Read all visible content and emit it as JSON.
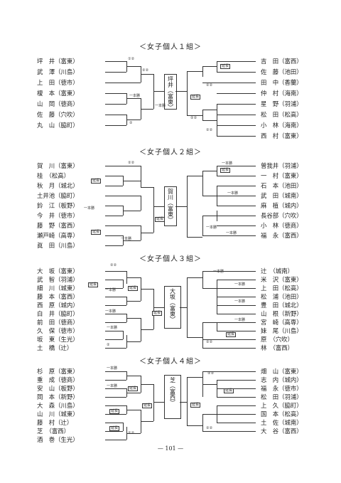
{
  "sections": [
    {
      "title": "＜女子個人１組＞",
      "winner": "坪井（富東）",
      "left": [
        "坪　井（富東）",
        "武　澤（川島）",
        "上　田（徳市）",
        "榎　本（富東）",
        "山　岡（徳商）",
        "佐　藤（穴吹）",
        "丸　山（脇町）"
      ],
      "right": [
        "吉　田（富西）",
        "佐　藤（池田）",
        "田　中（香蘭）",
        "仲　村（海南）",
        "星　野（羽浦）",
        "松　田（松高）",
        "小　林（海南）",
        "西　村（富東）"
      ]
    },
    {
      "title": "＜女子個人２組＞",
      "winner": "賀川（富東）",
      "left": [
        "賀　川（富東）",
        "桂　（松高）",
        "秋　月（城北）",
        "土井池（脇町）",
        "鈴　江（板野）",
        "今　井（徳市）",
        "藤　野（富西）",
        "瀬戸崎（高専）",
        "眞　田（川島）"
      ],
      "right": [
        "曽我井（羽浦）",
        "一　村（富東）",
        "石　本（池田）",
        "武　田（城南）",
        "麻　植（城内）",
        "長谷部（穴吹）",
        "小　林（徳商）",
        "福　永（富西）"
      ]
    },
    {
      "title": "＜女子個人３組＞",
      "winner": "大坂（富東）",
      "left": [
        "大　坂（富東）",
        "武　智（羽浦）",
        "細　川（城東）",
        "藤　本（富西）",
        "西　原（城内）",
        "白　井（脇町）",
        "前　田（徳商）",
        "久　保（徳市）",
        "坂　東（生光）",
        "土　橋（辻）"
      ],
      "right": [
        "辻　（城南）",
        "米　沢（富東）",
        "上　田（松高）",
        "松　浦（池田）",
        "豊　田（城北）",
        "山　根（新野）",
        "宮　崎（高専）",
        "妹　尾（川島）",
        "原　（穴吹）",
        "林　（富西）"
      ]
    },
    {
      "title": "＜女子個人４組＞",
      "winner": "芝（富西）",
      "left": [
        "杉　原（富東）",
        "重　成（徳商）",
        "安　山（板野）",
        "岡　本（新野）",
        "大　森（川島）",
        "山　川（城東）",
        "藤　村（辻）",
        "芝　（富西）",
        "酒　巻（生光）"
      ],
      "right": [
        "畑　山（富東）",
        "志　内（城内）",
        "福　永（徳市）",
        "松　田（羽浦）",
        "上　久（脇町）",
        "国　本（松高）",
        "土　佐（城南）",
        "大　谷（富西）"
      ]
    }
  ],
  "annotations": {
    "enchou": "延長",
    "ippon": "一本勝",
    "score_a": "②②",
    "score_b": "②",
    "score_c": "①②",
    "score_d": "⑤",
    "score_e": "②②②"
  },
  "page_number": "— 101 —"
}
